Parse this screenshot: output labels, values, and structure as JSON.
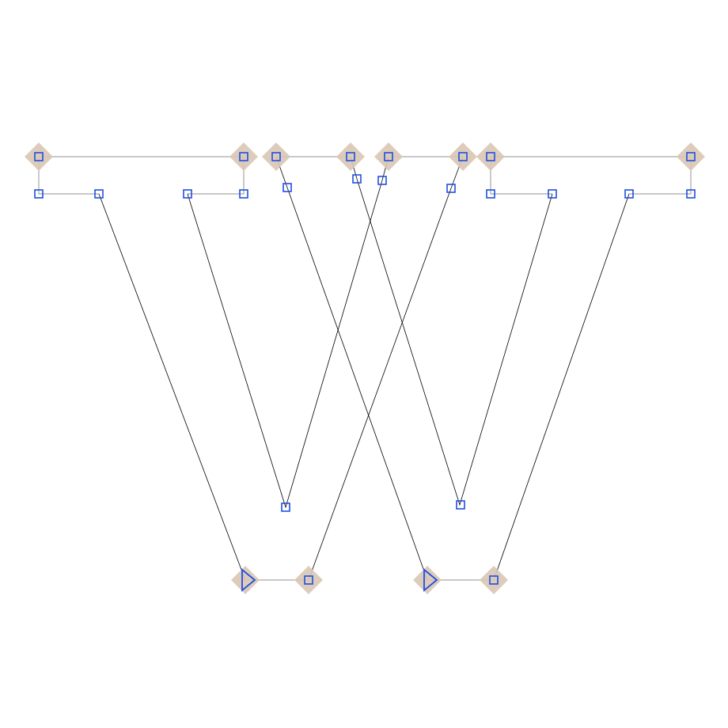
{
  "colors": {
    "background": "#ffffff",
    "outline": "#000000",
    "handle_line": "#a6a6a6",
    "oncurve_highlight": "#d9c6b4",
    "point_marker": "#1f4fe0"
  },
  "glyph": {
    "contours": [
      {
        "start_marker": "start-triangle-icon",
        "points": [
          "start",
          "on",
          "off",
          "off",
          "on",
          "on",
          "on",
          "off",
          "off",
          "on",
          "on",
          "on",
          "off",
          "off",
          "on",
          "off",
          "off",
          "on"
        ]
      },
      {
        "start_marker": "start-triangle-icon",
        "points": [
          "start",
          "on",
          "off",
          "off",
          "on",
          "on",
          "on",
          "off",
          "off",
          "on",
          "on",
          "on",
          "off",
          "off",
          "on",
          "off",
          "off",
          "on"
        ]
      }
    ]
  }
}
